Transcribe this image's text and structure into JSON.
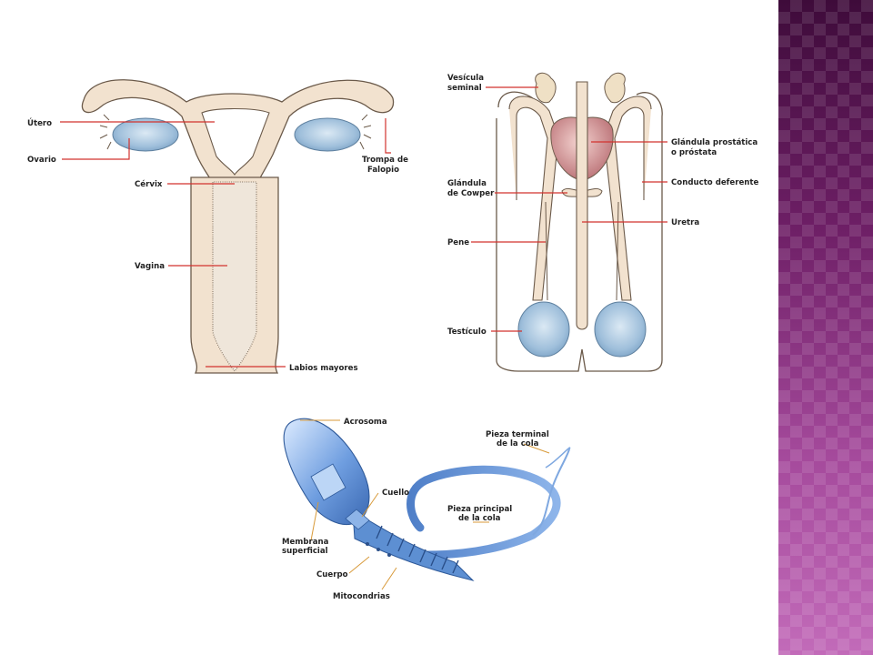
{
  "colors": {
    "accent_strip": "#6a1d63",
    "leader_line": "#d2332e",
    "sperm_leader": "#d89a3a",
    "tissue": "#f2e2cf",
    "ovary_blue": "#a9c7df",
    "prostate": "#c9868a",
    "sperm_blue": "#5d8fd2"
  },
  "female": {
    "labels": {
      "utero": "Útero",
      "ovario": "Ovario",
      "trompa_1": "Trompa de",
      "trompa_2": "Falopio",
      "cervix": "Cérvix",
      "vagina": "Vagina",
      "labios": "Labios mayores"
    }
  },
  "male": {
    "labels": {
      "vesicula_1": "Vesícula",
      "vesicula_2": "seminal",
      "prostata_1": "Glándula prostática",
      "prostata_2": "o próstata",
      "conducto": "Conducto deferente",
      "cowper_1": "Glándula",
      "cowper_2": "de Cowper",
      "uretra": "Uretra",
      "pene": "Pene",
      "testiculo": "Testículo"
    }
  },
  "sperm": {
    "labels": {
      "acrosoma": "Acrosoma",
      "terminal_1": "Pieza terminal",
      "terminal_2": "de la cola",
      "cuello": "Cuello",
      "principal_1": "Pieza principal",
      "principal_2": "de la cola",
      "membrana_1": "Membrana",
      "membrana_2": "superficial",
      "cuerpo": "Cuerpo",
      "mitocondrias": "Mitocondrias"
    }
  }
}
